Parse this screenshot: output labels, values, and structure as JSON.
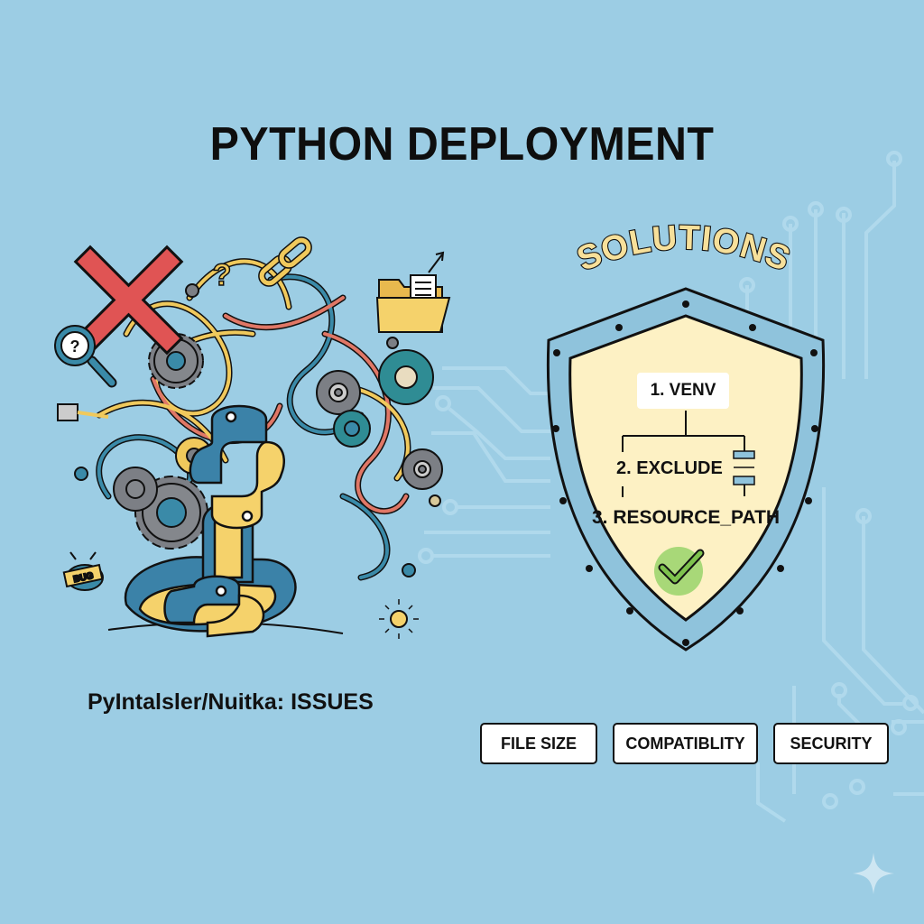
{
  "header": {
    "title": "PYTHON DEPLOYMENT"
  },
  "problem_panel": {
    "label": "PyIntalsler/Nuitka: ISSUES",
    "illustration": {
      "description": "tangled wires, gears, and python logo snake",
      "icons": [
        "red-x-icon",
        "magnifier-question-icon",
        "question-mark-icon",
        "chain-link-icon",
        "folder-export-icon",
        "gear-icon",
        "bug-icon",
        "sun-bug-icon",
        "python-logo-icon",
        "cable-plug-icon"
      ],
      "bug_badge": "BUG"
    }
  },
  "solution_panel": {
    "heading": "SOLUTIONS",
    "steps": [
      {
        "label": "1. VENV"
      },
      {
        "label": "2. EXCLUDE"
      },
      {
        "label": "3. RESOURCE_PATH"
      }
    ],
    "status_icon": "checkmark-icon"
  },
  "tags": [
    {
      "label": "FILE SIZE"
    },
    {
      "label": "COMPATIBLITY"
    },
    {
      "label": "SECURITY"
    }
  ],
  "colors": {
    "background": "#9ccde4",
    "shield_rim": "#8fc3dc",
    "shield_face": "#fdf1c4",
    "python_blue": "#3b82a8",
    "python_yellow": "#f5d26b",
    "error_red": "#e05454",
    "check_green": "#a8d878"
  },
  "decor": {
    "sparkle_icon": "sparkle-icon"
  }
}
